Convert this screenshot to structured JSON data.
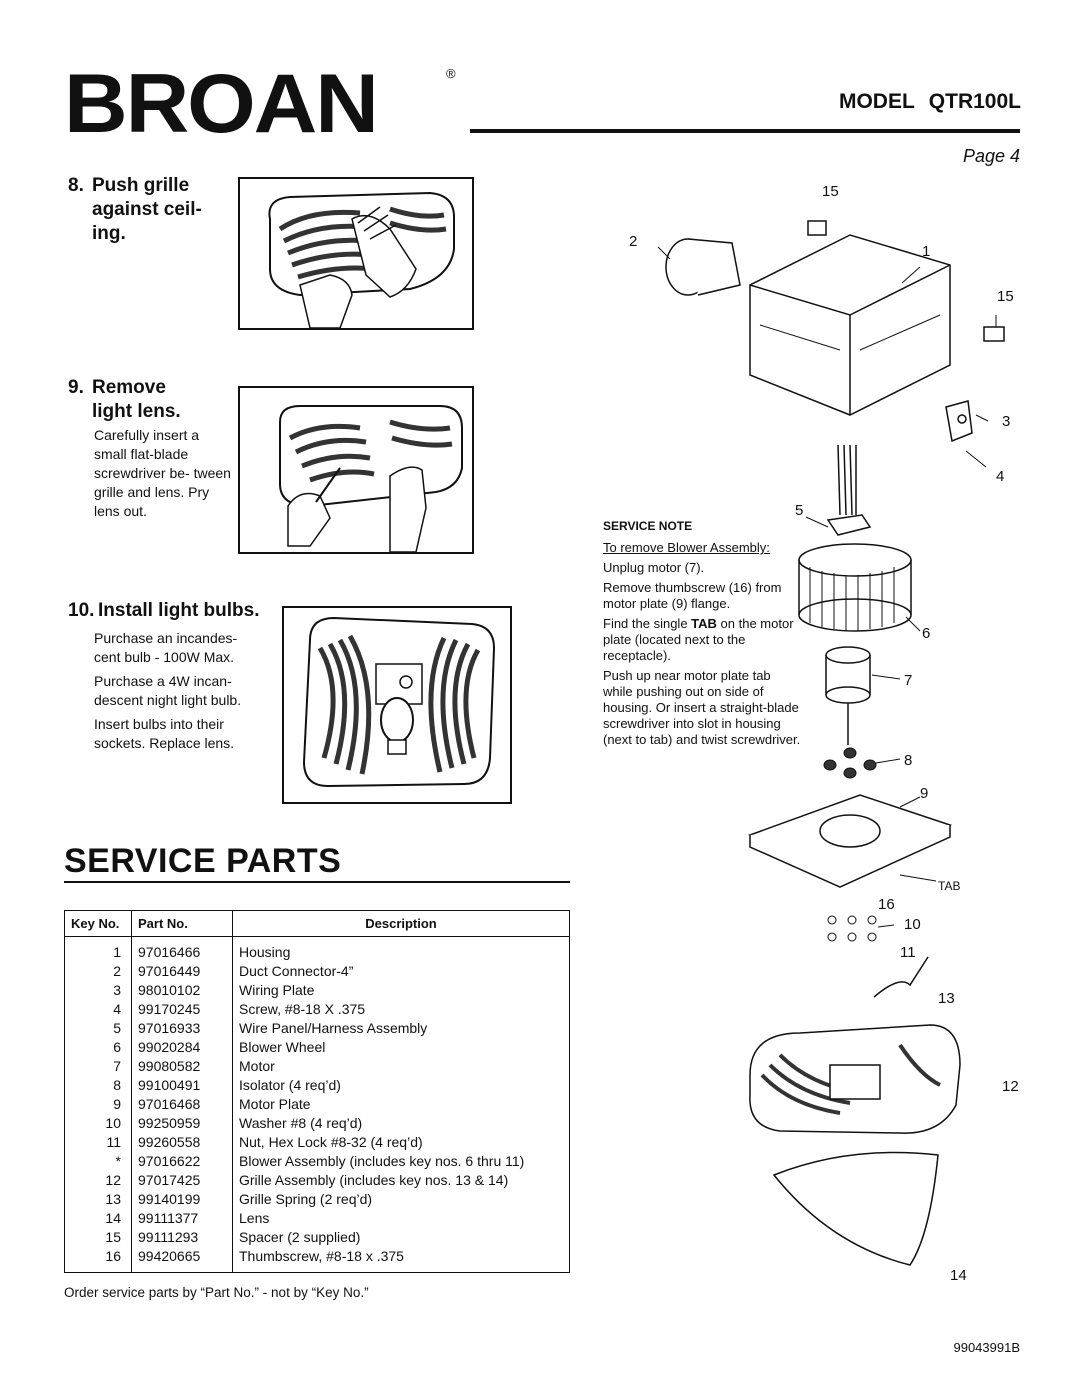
{
  "header": {
    "brand": "BROAN",
    "registered_mark": "®",
    "model_label": "MODEL",
    "model_number": "QTR100L",
    "page_label": "Page 4"
  },
  "steps": [
    {
      "number": "8.",
      "title_lines": [
        "Push grille",
        "against ceil-",
        "ing."
      ],
      "body": []
    },
    {
      "number": "9.",
      "title_lines": [
        "Remove",
        "light lens."
      ],
      "body": [
        "Carefully insert a small flat-blade screwdriver be- tween grille and lens. Pry lens out."
      ]
    },
    {
      "number": "10.",
      "title_lines": [
        "Install light bulbs."
      ],
      "body": [
        "Purchase an incandes- cent bulb - 100W Max.",
        "Purchase a 4W incan- descent night light bulb.",
        "Insert bulbs into their sockets. Replace lens."
      ]
    }
  ],
  "service_parts": {
    "title": "SERVICE PARTS",
    "columns": [
      "Key No.",
      "Part No.",
      "Description"
    ],
    "rows": [
      [
        "1",
        "97016466",
        "Housing"
      ],
      [
        "2",
        "97016449",
        "Duct Connector-4”"
      ],
      [
        "3",
        "98010102",
        "Wiring Plate"
      ],
      [
        "4",
        "99170245",
        "Screw, #8-18 X .375"
      ],
      [
        "5",
        "97016933",
        "Wire Panel/Harness Assembly"
      ],
      [
        "6",
        "99020284",
        "Blower Wheel"
      ],
      [
        "7",
        "99080582",
        "Motor"
      ],
      [
        "8",
        "99100491",
        "Isolator (4 req’d)"
      ],
      [
        "9",
        "97016468",
        "Motor Plate"
      ],
      [
        "10",
        "99250959",
        "Washer #8 (4 req’d)"
      ],
      [
        "11",
        "99260558",
        "Nut, Hex Lock #8-32 (4 req’d)"
      ],
      [
        "*",
        "97016622",
        "Blower Assembly (includes key nos. 6 thru 11)"
      ],
      [
        "12",
        "97017425",
        "Grille Assembly (includes key nos. 13 & 14)"
      ],
      [
        "13",
        "99140199",
        "Grille Spring (2 req’d)"
      ],
      [
        "14",
        "99111377",
        "Lens"
      ],
      [
        "15",
        "99111293",
        "Spacer (2 supplied)"
      ],
      [
        "16",
        "99420665",
        "Thumbscrew, #8-18 x .375"
      ]
    ],
    "order_note": "Order service parts by “Part No.” - not by “Key No.”"
  },
  "service_note": {
    "heading": "SERVICE NOTE",
    "intro": "To remove Blower Assembly:",
    "p1": "Unplug motor (7).",
    "p2": "Remove thumbscrew (16) from motor plate (9) flange.",
    "p3_before": "Find the single ",
    "p3_bold": "TAB",
    "p3_after": " on the motor plate (located next to the receptacle).",
    "p4": "Push up near motor plate tab while pushing out on side of housing. Or insert a straight-blade screwdriver into slot in housing (next to tab) and twist screwdriver."
  },
  "callouts": [
    "15",
    "2",
    "1",
    "15",
    "3",
    "4",
    "5",
    "6",
    "7",
    "8",
    "9",
    "TAB",
    "16",
    "10",
    "11",
    "13",
    "12",
    "14"
  ],
  "document_number": "99043991B"
}
